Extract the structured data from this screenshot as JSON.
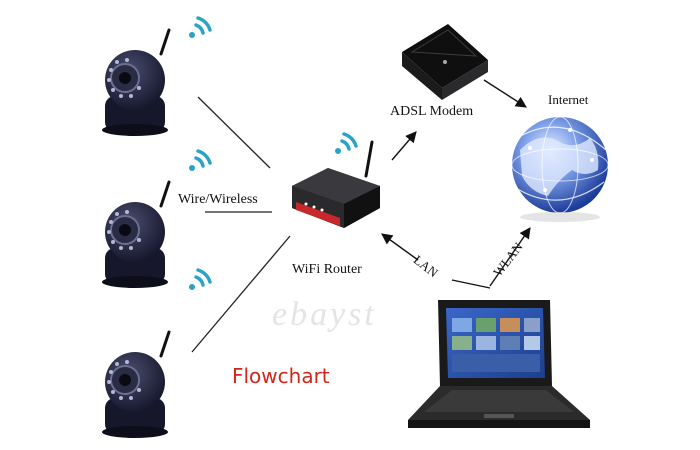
{
  "labels": {
    "wire_wireless": "Wire/Wireless",
    "wifi_router": "WiFi Router",
    "adsl_modem": "ADSL Modem",
    "internet": "Internet",
    "lan": "LAN",
    "wlan": "WLAN",
    "title": "Flowchart"
  },
  "watermark": "ebayst",
  "colors": {
    "title": "#d0261c",
    "wifi_signal": "#29a3c6",
    "router_accent": "#c8282a",
    "globe": "#3f63c8"
  },
  "icons": [
    "ip-camera-icon",
    "wifi-signal-icon",
    "wifi-router-icon",
    "adsl-modem-icon",
    "internet-globe-icon",
    "laptop-icon"
  ]
}
